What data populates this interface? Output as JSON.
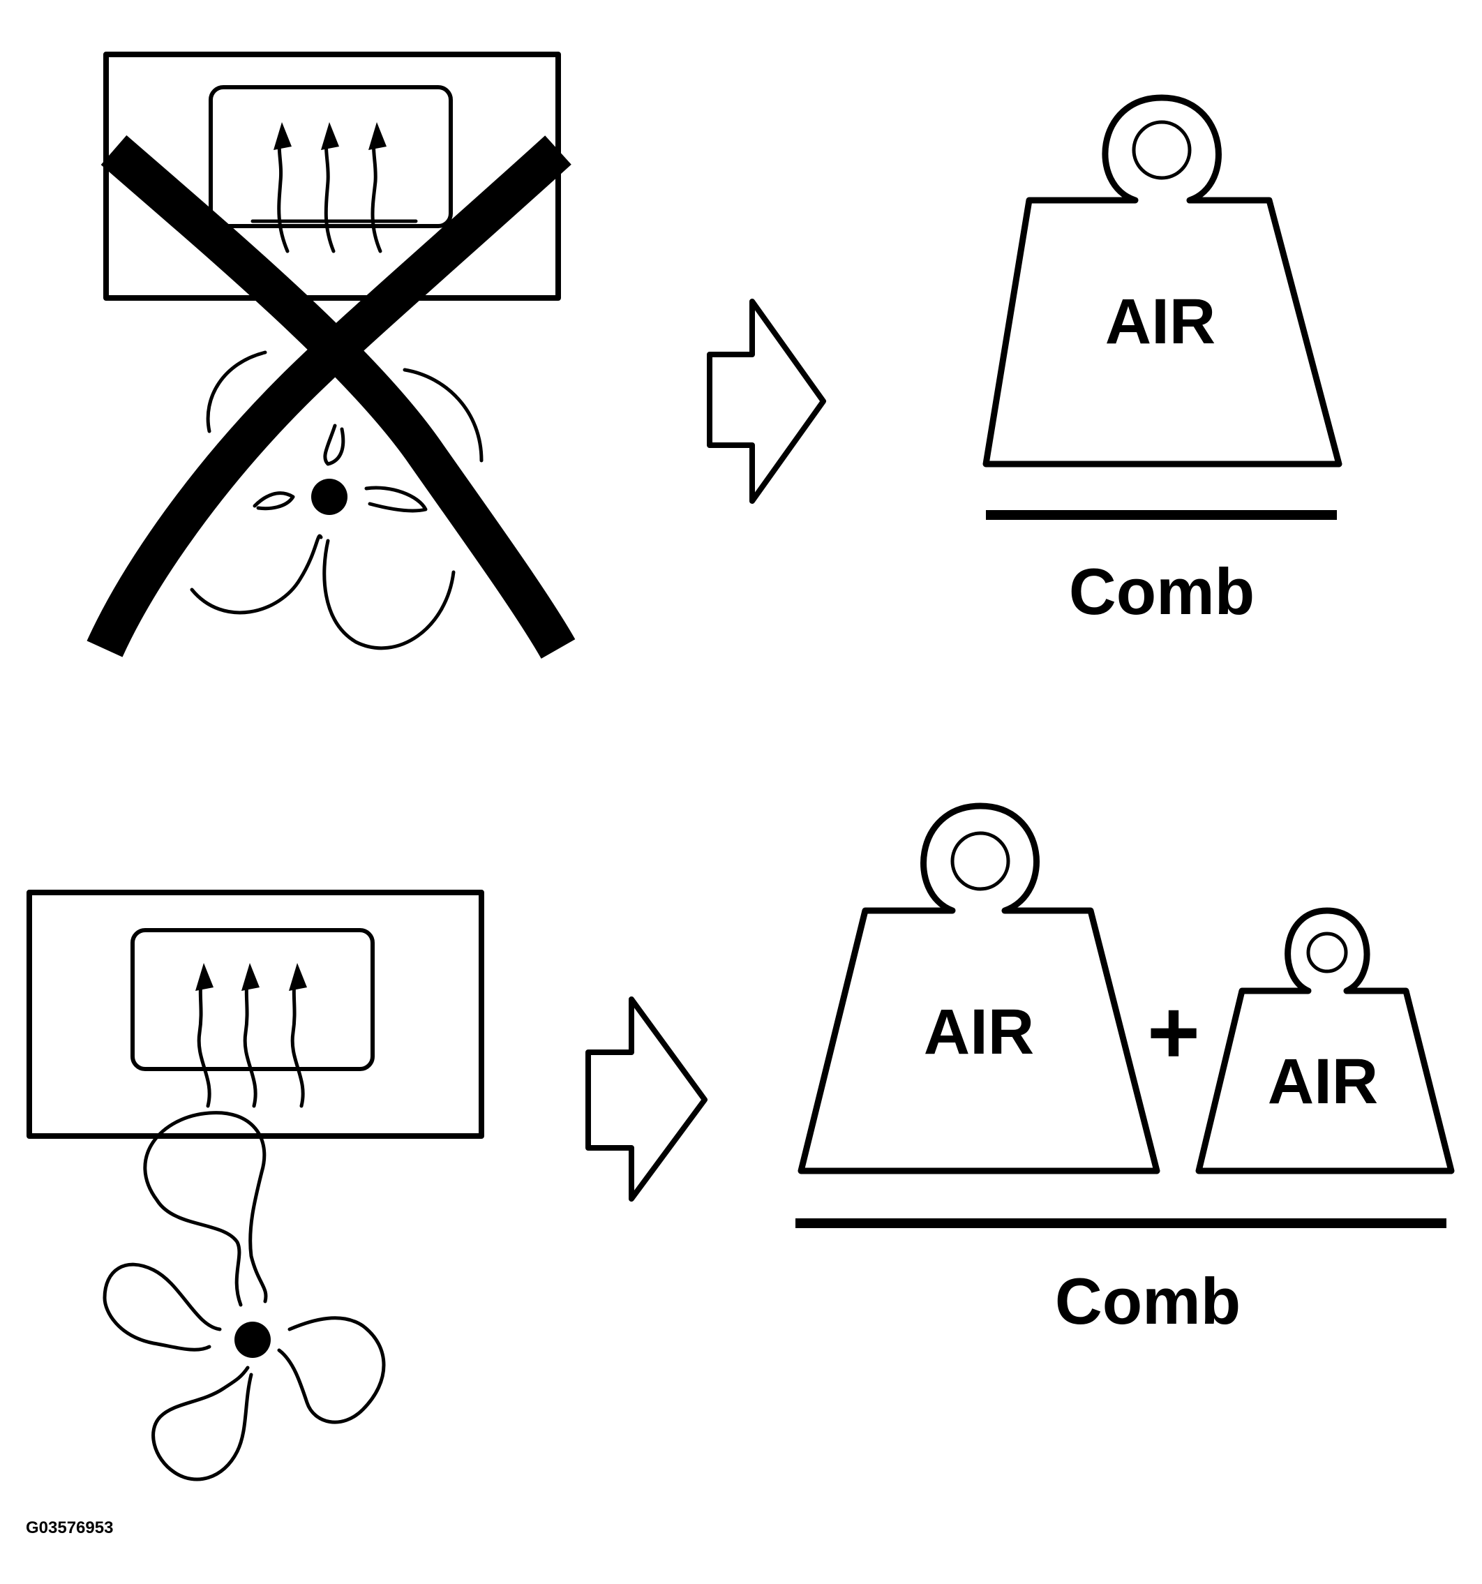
{
  "top_row": {
    "weight": {
      "label": "AIR"
    },
    "total_label": "Comb"
  },
  "bottom_row": {
    "weight_large": {
      "label": "AIR"
    },
    "plus": "+",
    "weight_small": {
      "label": "AIR"
    },
    "total_label": "Comb"
  },
  "figure_id": "G03576953",
  "colors": {
    "ink": "#000000",
    "paper": "#ffffff"
  }
}
